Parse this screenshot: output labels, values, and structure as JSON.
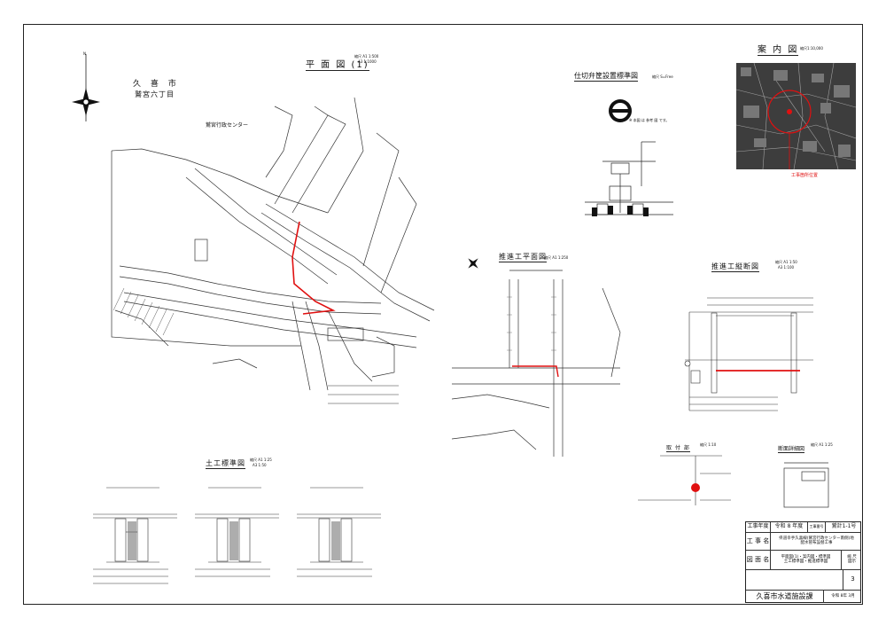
{
  "colors": {
    "ink": "#222222",
    "accent_red": "#e01010",
    "map_dark": "#444444"
  },
  "icons": [
    "north-arrow-icon",
    "compass-icon",
    "valve-symbol-icon"
  ],
  "plan": {
    "title": "平 面 図 (1)",
    "scale_a1": "縮尺 A1 1:500",
    "scale_a3": "A3 1:1000",
    "city": "久 喜 市",
    "district": "鷲宮六丁目",
    "facility": "鷲宮行政センター",
    "north": "N"
  },
  "valve": {
    "title": "仕切弁筐設置標準図",
    "scale": "縮尺 S=Free",
    "note": "※ 本図 は 参考 図 です。"
  },
  "location_map": {
    "title": "案 内 図",
    "scale": "縮尺1:10,000",
    "marker_label": "工事箇所位置"
  },
  "jacking_plan": {
    "title": "推進工平面図",
    "scale": "縮尺 A1 1:250"
  },
  "jacking_section": {
    "title": "推進工縦断図",
    "scale_a1": "縮尺 A1 1:50",
    "scale_a3": "A3 1:100"
  },
  "earthwork": {
    "title": "土工標準図",
    "scale_a1": "縮尺 A1 1:25",
    "scale_a3": "A3 1:50"
  },
  "small_details": {
    "detail_a_title": "取 付 部",
    "detail_a_scale": "縮尺 1:10",
    "detail_b_title": "断面詳細図",
    "detail_b_scale": "縮尺 A1 1:25"
  },
  "title_block": {
    "year_label": "工事年度",
    "year_value": "令和 8 年度",
    "code_label": "工事番号",
    "code_value": "鷲計1-1号",
    "name_label": "工 事 名",
    "name_value_1": "県道幸手久喜線(鷲宮行政センター南側)地",
    "name_value_2": "配水管布設替工事",
    "drawing_label": "図 面 名",
    "drawing_value_1": "平面図(1)・案内図・標準図",
    "drawing_value_2": "土工標準図・推進標準図",
    "scale_label": "縮 尺",
    "scale_value": "図示",
    "sheet": "3",
    "org": "久喜市水道施設課",
    "date": "令和 8年 3月"
  }
}
